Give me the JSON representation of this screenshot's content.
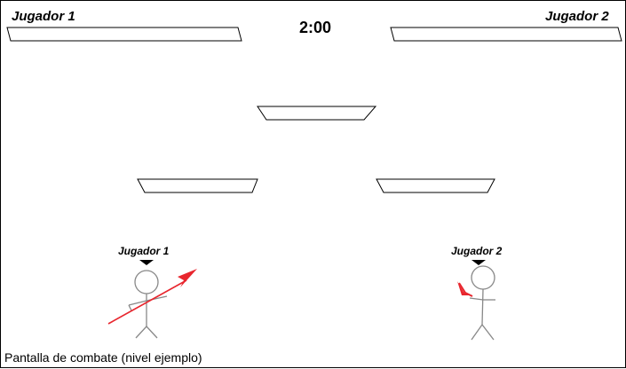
{
  "hud": {
    "player1_name": "Jugador 1",
    "player2_name": "Jugador 2",
    "timer": "2:00",
    "player1_health": 1.0,
    "player2_health": 1.0
  },
  "fighters": {
    "player1_tag": "Jugador 1",
    "player2_tag": "Jugador 2",
    "player1_weapon": "spear",
    "player2_weapon": "throwing-weapon"
  },
  "caption": "Pantalla de combate (nivel ejemplo)",
  "colors": {
    "outline": "#000000",
    "weapon": "#e8262e",
    "figure": "#888888"
  }
}
